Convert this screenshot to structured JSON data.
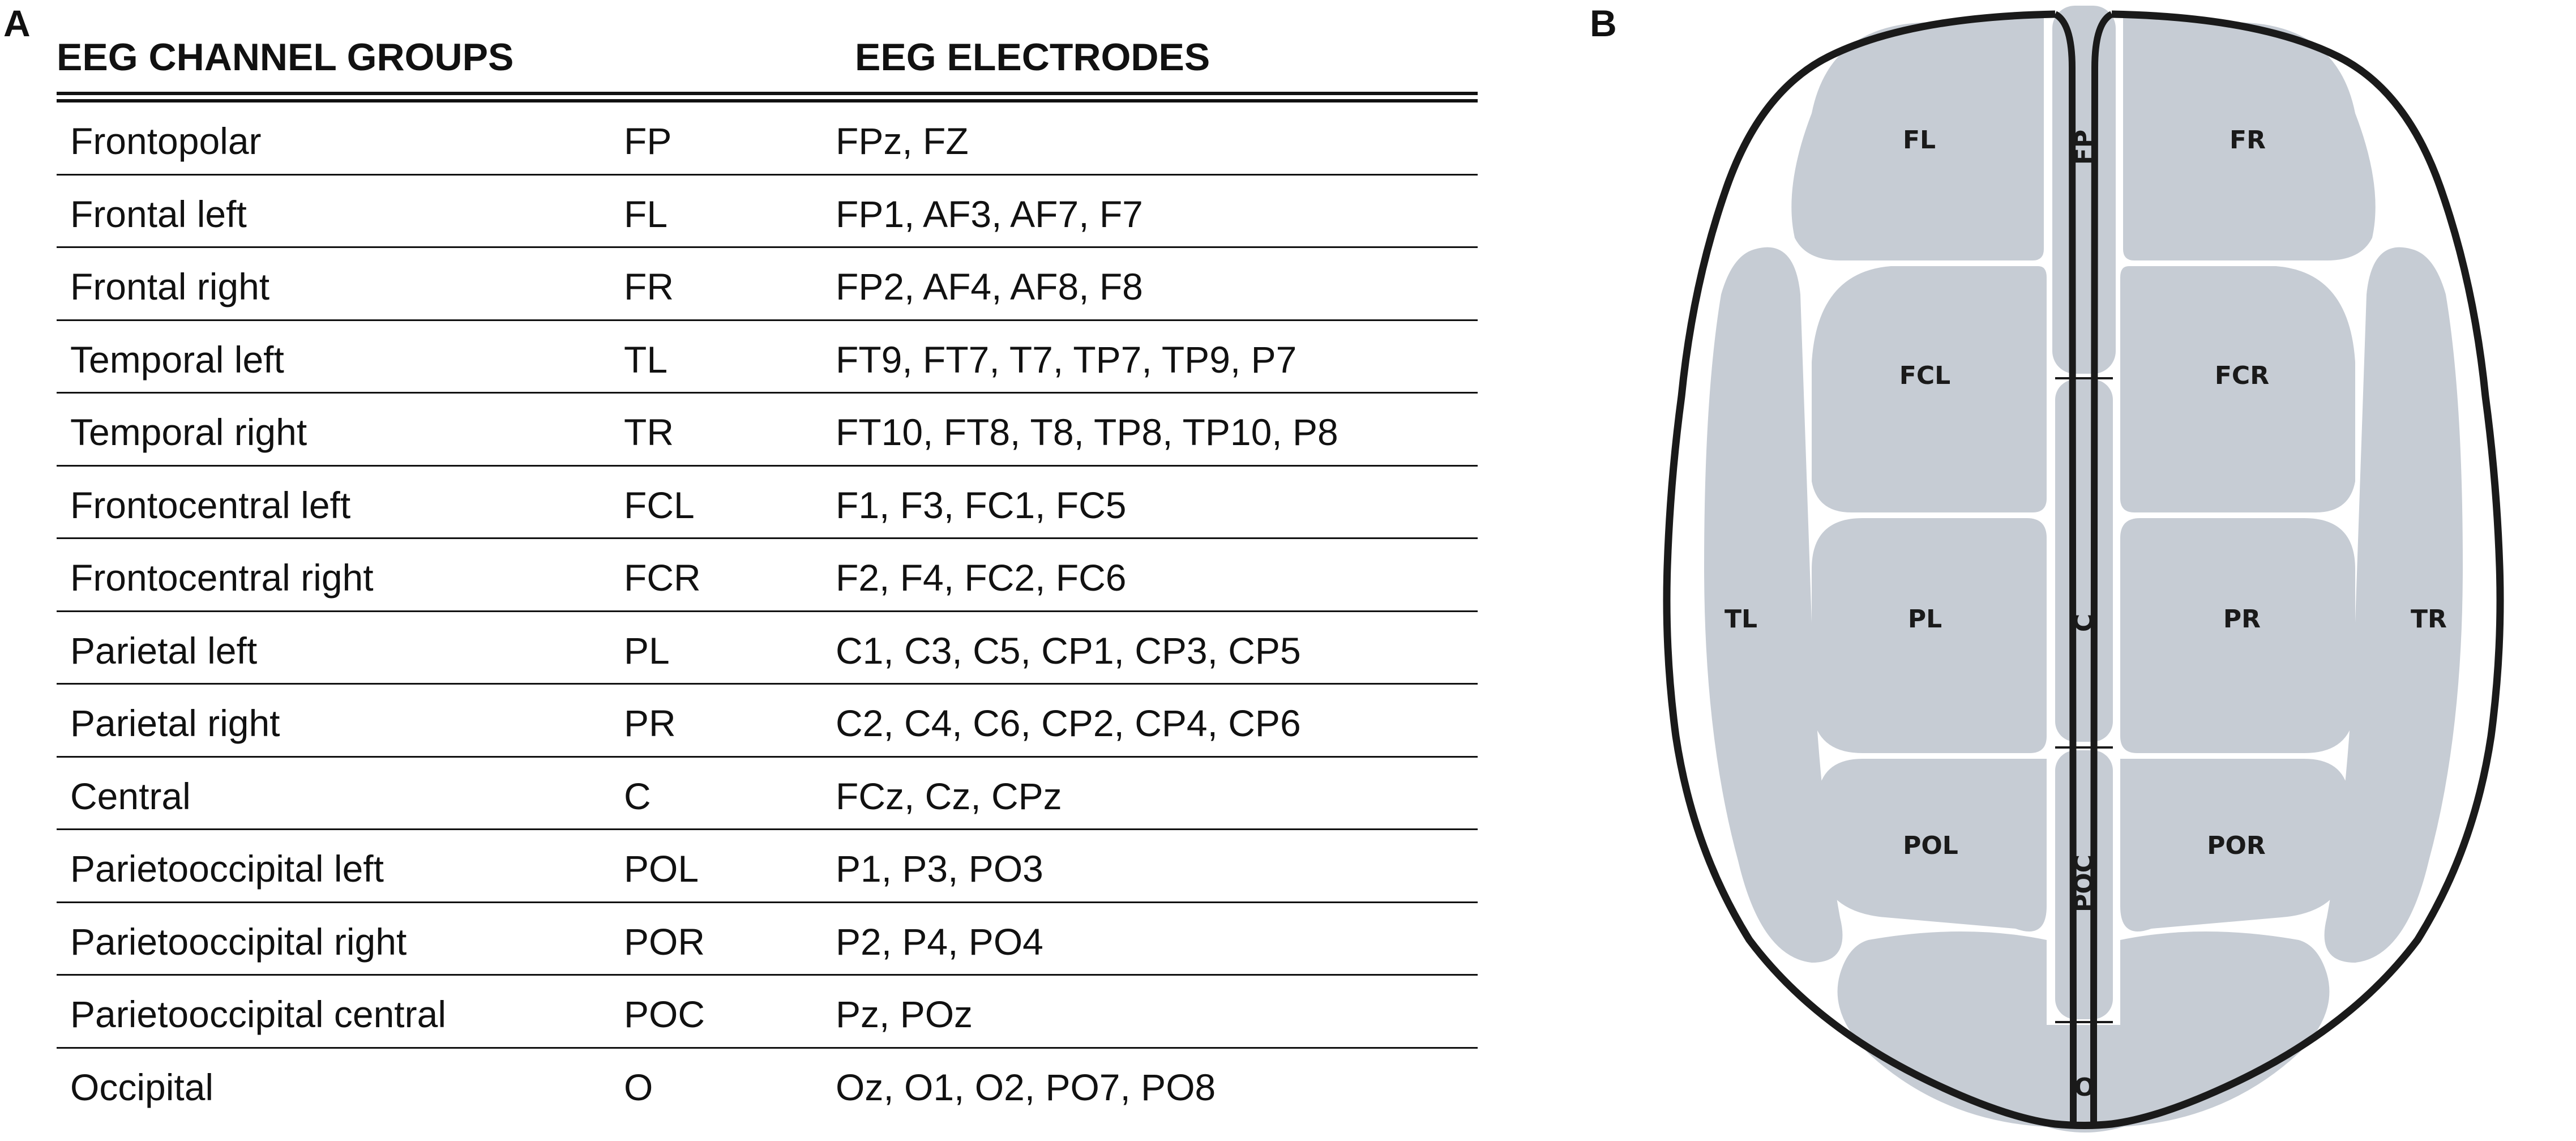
{
  "panels": {
    "a": "A",
    "b": "B"
  },
  "table": {
    "headers": {
      "groups": "EEG CHANNEL GROUPS",
      "electrodes": "EEG ELECTRODES"
    },
    "rows": [
      {
        "region": "Frontopolar",
        "abbr": "FP",
        "electrodes": "FPz, FZ"
      },
      {
        "region": "Frontal left",
        "abbr": "FL",
        "electrodes": "FP1, AF3, AF7, F7"
      },
      {
        "region": "Frontal right",
        "abbr": "FR",
        "electrodes": "FP2, AF4, AF8, F8"
      },
      {
        "region": "Temporal left",
        "abbr": "TL",
        "electrodes": "FT9, FT7, T7, TP7, TP9, P7"
      },
      {
        "region": "Temporal right",
        "abbr": "TR",
        "electrodes": "FT10, FT8, T8, TP8, TP10, P8"
      },
      {
        "region": "Frontocentral left",
        "abbr": "FCL",
        "electrodes": "F1, F3, FC1, FC5"
      },
      {
        "region": "Frontocentral right",
        "abbr": "FCR",
        "electrodes": "F2, F4, FC2, FC6"
      },
      {
        "region": "Parietal left",
        "abbr": "PL",
        "electrodes": "C1, C3, C5, CP1, CP3, CP5"
      },
      {
        "region": "Parietal right",
        "abbr": "PR",
        "electrodes": "C2, C4, C6, CP2, CP4, CP6"
      },
      {
        "region": "Central",
        "abbr": "C",
        "electrodes": "FCz, Cz, CPz"
      },
      {
        "region": "Parietooccipital left",
        "abbr": "POL",
        "electrodes": "P1, P3, PO3"
      },
      {
        "region": "Parietooccipital right",
        "abbr": "POR",
        "electrodes": "P2, P4, PO4"
      },
      {
        "region": "Parietooccipital central",
        "abbr": "POC",
        "electrodes": "Pz, POz"
      },
      {
        "region": "Occipital",
        "abbr": "O",
        "electrodes": "Oz, O1, O2, PO7, PO8"
      }
    ]
  },
  "brain_map": {
    "region_fill": "#c6ccd4",
    "outline_color": "#1a1a1a",
    "labels": {
      "fl": "FL",
      "fr": "FR",
      "fp": "FP",
      "fcl": "FCL",
      "fcr": "FCR",
      "tl": "TL",
      "tr": "TR",
      "pl": "PL",
      "pr": "PR",
      "c": "C",
      "pol": "POL",
      "por": "POR",
      "poc": "POC",
      "o": "O"
    }
  }
}
